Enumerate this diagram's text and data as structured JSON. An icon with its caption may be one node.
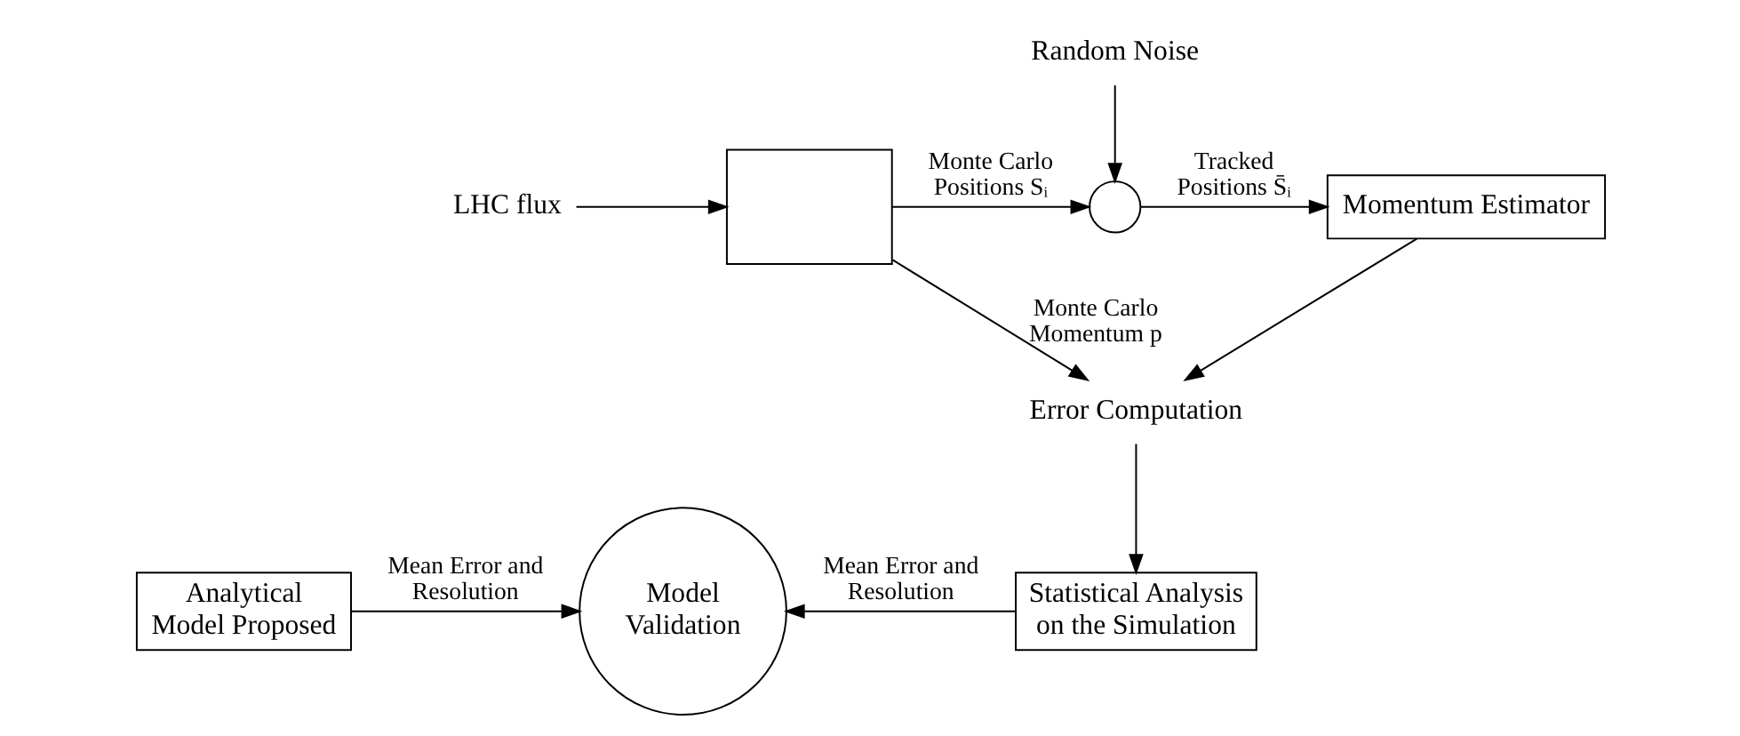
{
  "diagram": {
    "nodes": [
      {
        "text": [
          "LHC flux"
        ]
      },
      {
        "text": [],
        "shape": "box"
      },
      {
        "text": [],
        "shape": "circle"
      },
      {
        "text": [
          "Random Noise"
        ]
      },
      {
        "text": [
          "Momentum Estimator"
        ]
      },
      {
        "text": [
          "Error Computation"
        ]
      },
      {
        "text": [
          "Statistical Analysis on the Simulation"
        ]
      },
      {
        "text": [
          "Model Validation"
        ]
      },
      {
        "text": [
          "Analytical Model Proposed"
        ]
      }
    ],
    "edges": [
      {
        "from": 0,
        "to": 1,
        "arrow": "to"
      },
      {
        "from": 1,
        "to": 2,
        "arrow": "to",
        "label": "Monte Carlo Positions Sᵢ"
      },
      {
        "from": 3,
        "to": 2,
        "arrow": "to"
      },
      {
        "from": 2,
        "to": 4,
        "arrow": "to",
        "label": "Tracked Positions S̄ᵢ"
      },
      {
        "from": 1,
        "to": 5,
        "arrow": "to",
        "label": "Monte Carlo Momentum p"
      },
      {
        "from": 4,
        "to": 5,
        "arrow": "to"
      },
      {
        "from": 5,
        "to": 6,
        "arrow": "to"
      },
      {
        "from": 6,
        "to": 7,
        "arrow": "to",
        "label": "Mean Error and Resolution"
      },
      {
        "from": 8,
        "to": 7,
        "arrow": "to",
        "label": "Mean Error and Resolution"
      }
    ]
  }
}
